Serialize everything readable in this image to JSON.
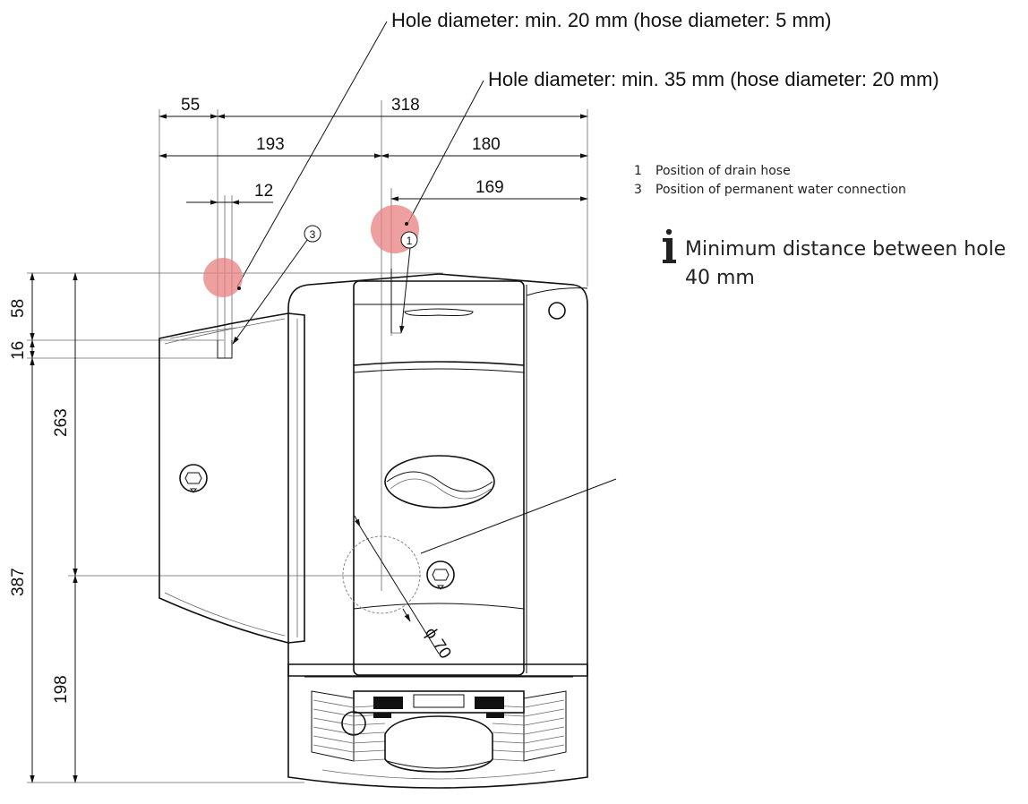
{
  "callouts": {
    "hole_small": "Hole diameter: min. 20 mm (hose diameter: 5 mm)",
    "hole_large": "Hole diameter: min. 35 mm (hose diameter: 20 mm)"
  },
  "dimensions": {
    "top": [
      "55",
      "318",
      "193",
      "180",
      "12",
      "169"
    ],
    "left": [
      "58",
      "16",
      "263",
      "387",
      "198"
    ],
    "diameter": "70",
    "diameter_symbol": "ϕ"
  },
  "markers": {
    "drain": "1",
    "water": "3"
  },
  "legend": {
    "items": [
      {
        "num": "1",
        "label": "Position of drain hose"
      },
      {
        "num": "3",
        "label": "Position of permanent water connection"
      }
    ]
  },
  "note": {
    "icon": "info-icon",
    "line1": "Minimum distance between hole",
    "line2": "40 mm"
  },
  "colors": {
    "hole_marker": "#e88080"
  }
}
